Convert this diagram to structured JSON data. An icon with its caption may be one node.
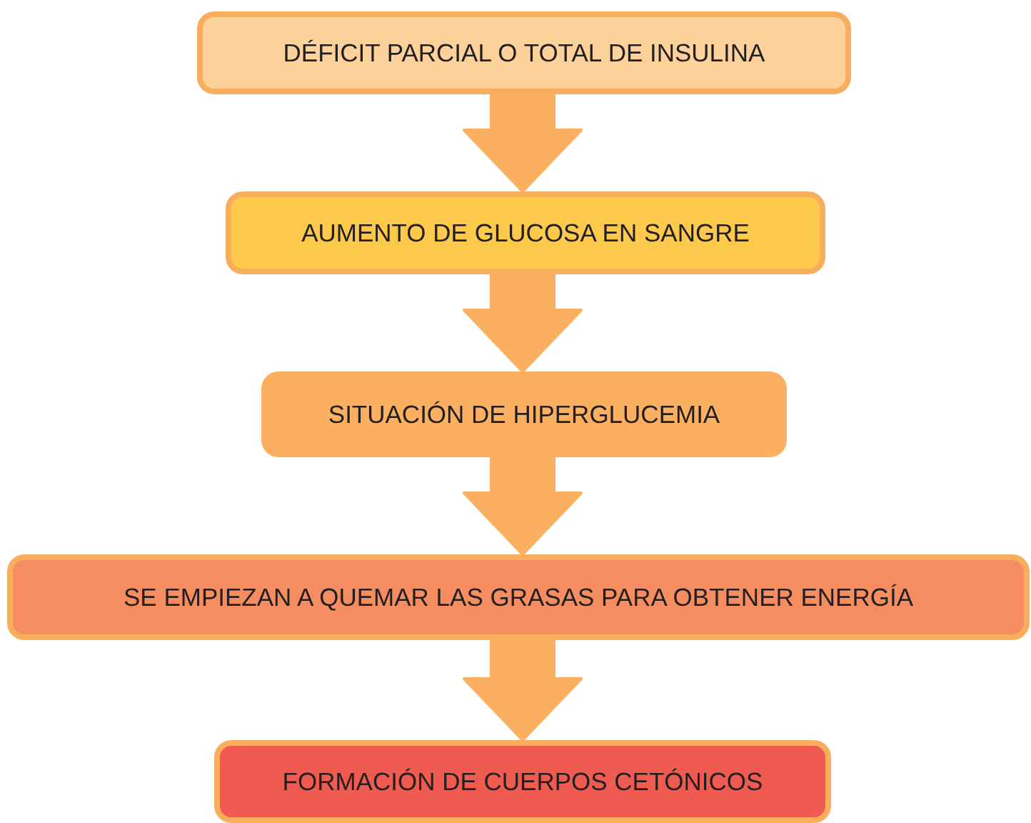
{
  "diagram": {
    "nodes": [
      {
        "text": [
          "DÉFICIT PARCIAL O TOTAL DE INSULINA"
        ]
      },
      {
        "text": [
          "AUMENTO DE GLUCOSA EN SANGRE"
        ]
      },
      {
        "text": [
          "SITUACIÓN DE HIPERGLUCEMIA"
        ]
      },
      {
        "text": [
          "SE EMPIEZAN A QUEMAR LAS GRASAS PARA OBTENER ENERGÍA"
        ]
      },
      {
        "text": [
          "FORMACIÓN DE CUERPOS CETÓNICOS"
        ]
      }
    ],
    "edges": [
      {
        "from": 0,
        "to": 1,
        "arrow": "to"
      },
      {
        "from": 1,
        "to": 2,
        "arrow": "to"
      },
      {
        "from": 2,
        "to": 3,
        "arrow": "to"
      },
      {
        "from": 3,
        "to": 4,
        "arrow": "to"
      }
    ]
  }
}
